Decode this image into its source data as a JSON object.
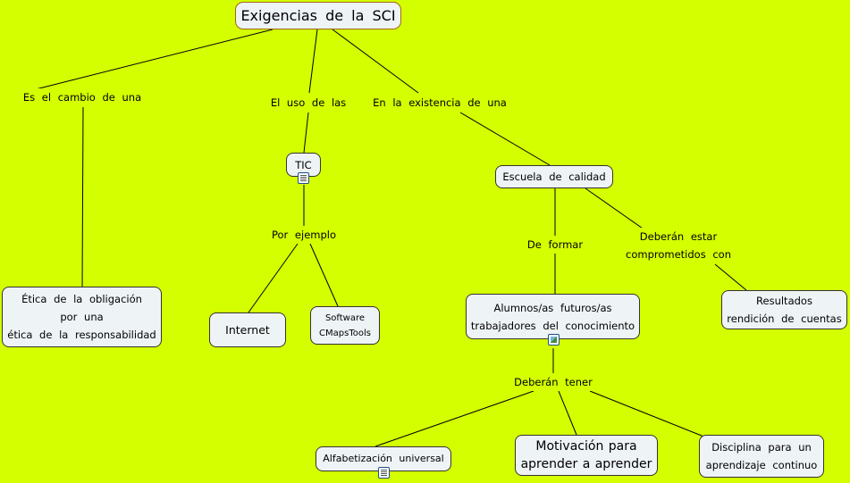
{
  "colors": {
    "background": "#d4ff00",
    "node_fill": "#eef3f6",
    "title_border": "#a0651a"
  },
  "concepts": {
    "title": "Exigencias de la SCI",
    "tic": "TIC",
    "escuela": "Escuela de calidad",
    "etica": [
      "Ética de la obligación",
      "por una",
      "ética de la responsabilidad"
    ],
    "internet": "Internet",
    "software": [
      "Software",
      "CMapsTools"
    ],
    "alumnos": [
      "Alumnos/as futuros/as",
      "trabajadores del conocimiento"
    ],
    "resultados": [
      "Resultados",
      "rendición de cuentas"
    ],
    "alfabetizacion": "Alfabetización universal",
    "motivacion": [
      "Motivación para",
      "aprender a aprender"
    ],
    "disciplina": [
      "Disciplina para un",
      "aprendizaje continuo"
    ]
  },
  "links": {
    "cambio": "Es el cambio de una",
    "uso": "El uso de las",
    "existencia": "En la existencia de una",
    "ejemplo": "Por ejemplo",
    "formar": "De formar",
    "comprometidos": [
      "Deberán estar",
      "comprometidos con"
    ],
    "tener": "Deberán tener"
  },
  "icons": [
    "document-icon",
    "document-icon",
    "image-icon"
  ]
}
